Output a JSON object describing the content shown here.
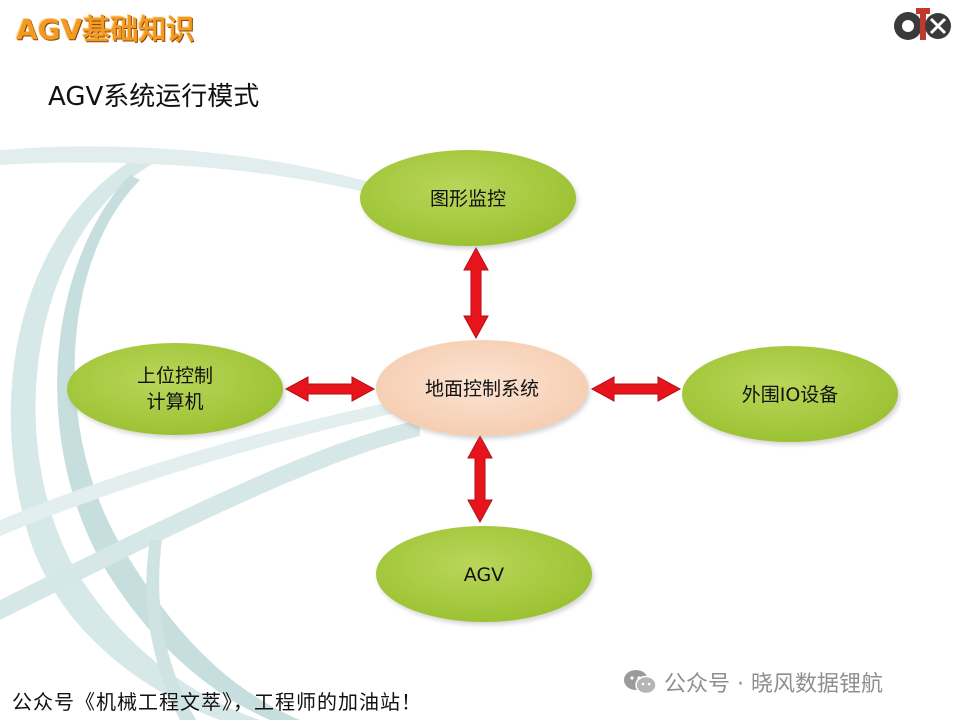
{
  "header": {
    "section_title": "AGV基础知识",
    "logo_icon": "gear-logo-icon"
  },
  "slide": {
    "heading": "AGV系统运行模式"
  },
  "diagram": {
    "nodes": {
      "center": "地面控制系统",
      "top": "图形监控",
      "left_line1": "上位控制",
      "left_line2": "计算机",
      "right": "外围IO设备",
      "bottom": "AGV"
    },
    "colors": {
      "node_green": "#a5c83c",
      "center_fill": "#f8d5bd",
      "arrow_red": "#e8141c"
    },
    "edges": [
      {
        "from": "地面控制系统",
        "to": "图形监控",
        "direction": "bidirectional"
      },
      {
        "from": "地面控制系统",
        "to": "上位控制计算机",
        "direction": "bidirectional"
      },
      {
        "from": "地面控制系统",
        "to": "外围IO设备",
        "direction": "bidirectional"
      },
      {
        "from": "地面控制系统",
        "to": "AGV",
        "direction": "bidirectional"
      }
    ]
  },
  "footer": {
    "left_text": "公众号《机械工程文萃》，工程师的加油站！",
    "right_text": "公众号 · 晓风数据锂航",
    "right_icon": "wechat-icon"
  }
}
